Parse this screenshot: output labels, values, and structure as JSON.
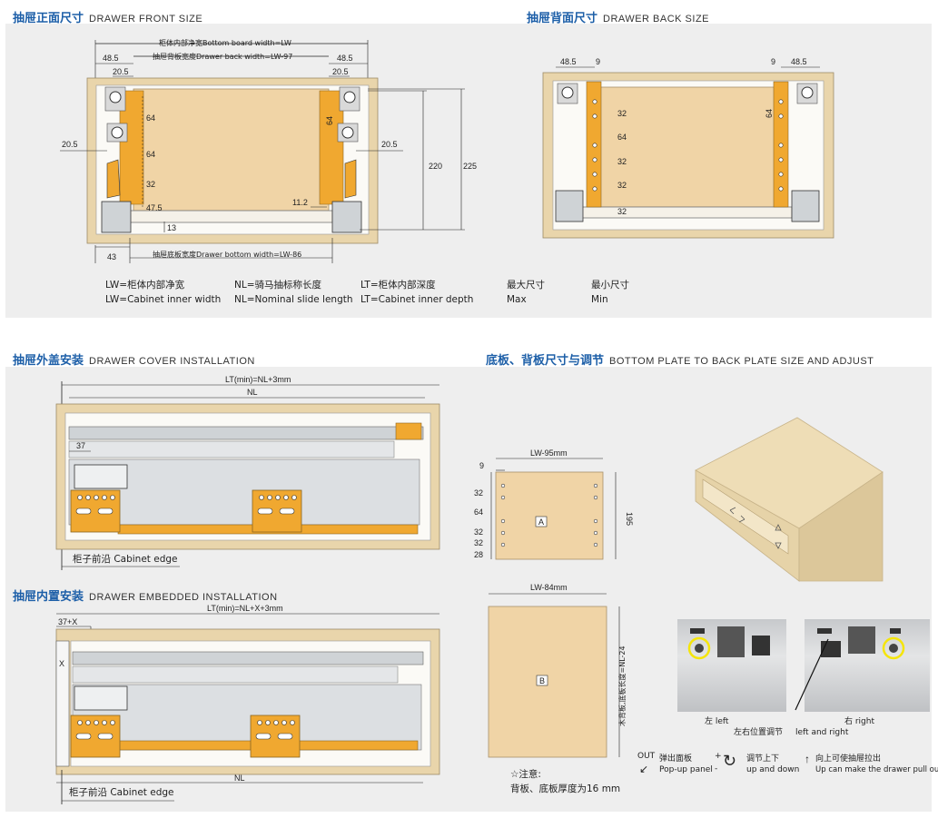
{
  "sections": {
    "front": {
      "cn": "抽屉正面尺寸",
      "en": "DRAWER FRONT SIZE"
    },
    "back": {
      "cn": "抽屉背面尺寸",
      "en": "DRAWER BACK SIZE"
    },
    "cover": {
      "cn": "抽屉外盖安装",
      "en": "DRAWER  COVER  INSTALLATION"
    },
    "embedded": {
      "cn": "抽屉内置安装",
      "en": "DRAWER EMBEDDED INSTALLATION"
    },
    "plate": {
      "cn": "底板、背板尺寸与调节",
      "en": "BOTTOM PLATE TO BACK PLATE SIZE AND ADJUST"
    }
  },
  "front_dims": {
    "bottom_board": "柜体内部净宽Bottom board width=LW",
    "back_width": "抽屉背板宽度Drawer back width=LW-97",
    "bottom_width": "抽屉底板宽度Drawer bottom width=LW-86",
    "d48_5": "48.5",
    "d20_5": "20.5",
    "d64": "64",
    "d32": "32",
    "d47_5": "47.5",
    "d13": "13",
    "d43": "43",
    "d11_2": "11.2",
    "d220": "220",
    "d225": "225"
  },
  "back_dims": {
    "d48_5": "48.5",
    "d9": "9",
    "d32": "32",
    "d64": "64"
  },
  "legend": {
    "lw_cn": "LW=柜体内部净宽",
    "lw_en": "LW=Cabinet inner width",
    "nl_cn": "NL=骑马抽标称长度",
    "nl_en": "NL=Nominal slide length",
    "lt_cn": "LT=柜体内部深度",
    "lt_en": "LT=Cabinet inner depth",
    "max_cn": "最大尺寸",
    "max_en": "Max",
    "min_cn": "最小尺寸",
    "min_en": "Min"
  },
  "cover": {
    "lt": "LT(min)=NL+3mm",
    "nl": "NL",
    "d37": "37",
    "edge": "柜子前沿 Cabinet edge"
  },
  "embedded": {
    "lt": "LT(min)=NL+X+3mm",
    "d37x": "37+X",
    "x": "X",
    "nl": "NL",
    "edge": "柜子前沿 Cabinet edge"
  },
  "plate_a": {
    "width": "LW-95mm",
    "d9": "9",
    "d32": "32",
    "d64": "64",
    "d28": "28",
    "height": "195",
    "label": "A"
  },
  "plate_b": {
    "width": "LW-84mm",
    "height": "木背板,底板长度=NL-24",
    "label": "B"
  },
  "notice": {
    "title": "☆注意:",
    "body": "背板、底板厚度为16 mm"
  },
  "adjust": {
    "left_cn": "左 left",
    "right_cn": "右  right",
    "lr_cn": "左右位置调节",
    "lr_en": "left and right",
    "out": "OUT",
    "popup_cn": "弹出面板",
    "popup_en": "Pop-up panel",
    "updown_cn": "调节上下",
    "updown_en": "up and down",
    "pull_cn": "向上可使抽屉拉出",
    "pull_en": "Up can make the drawer pull out",
    "plus": "+",
    "minus": "-"
  },
  "colors": {
    "panel": "#eeeeee",
    "wood": "#e9d5ab",
    "plate": "#f0d4a6",
    "accent": "#1d5fa8",
    "hinge": "#f0a830",
    "rail": "#cfd3d6"
  }
}
